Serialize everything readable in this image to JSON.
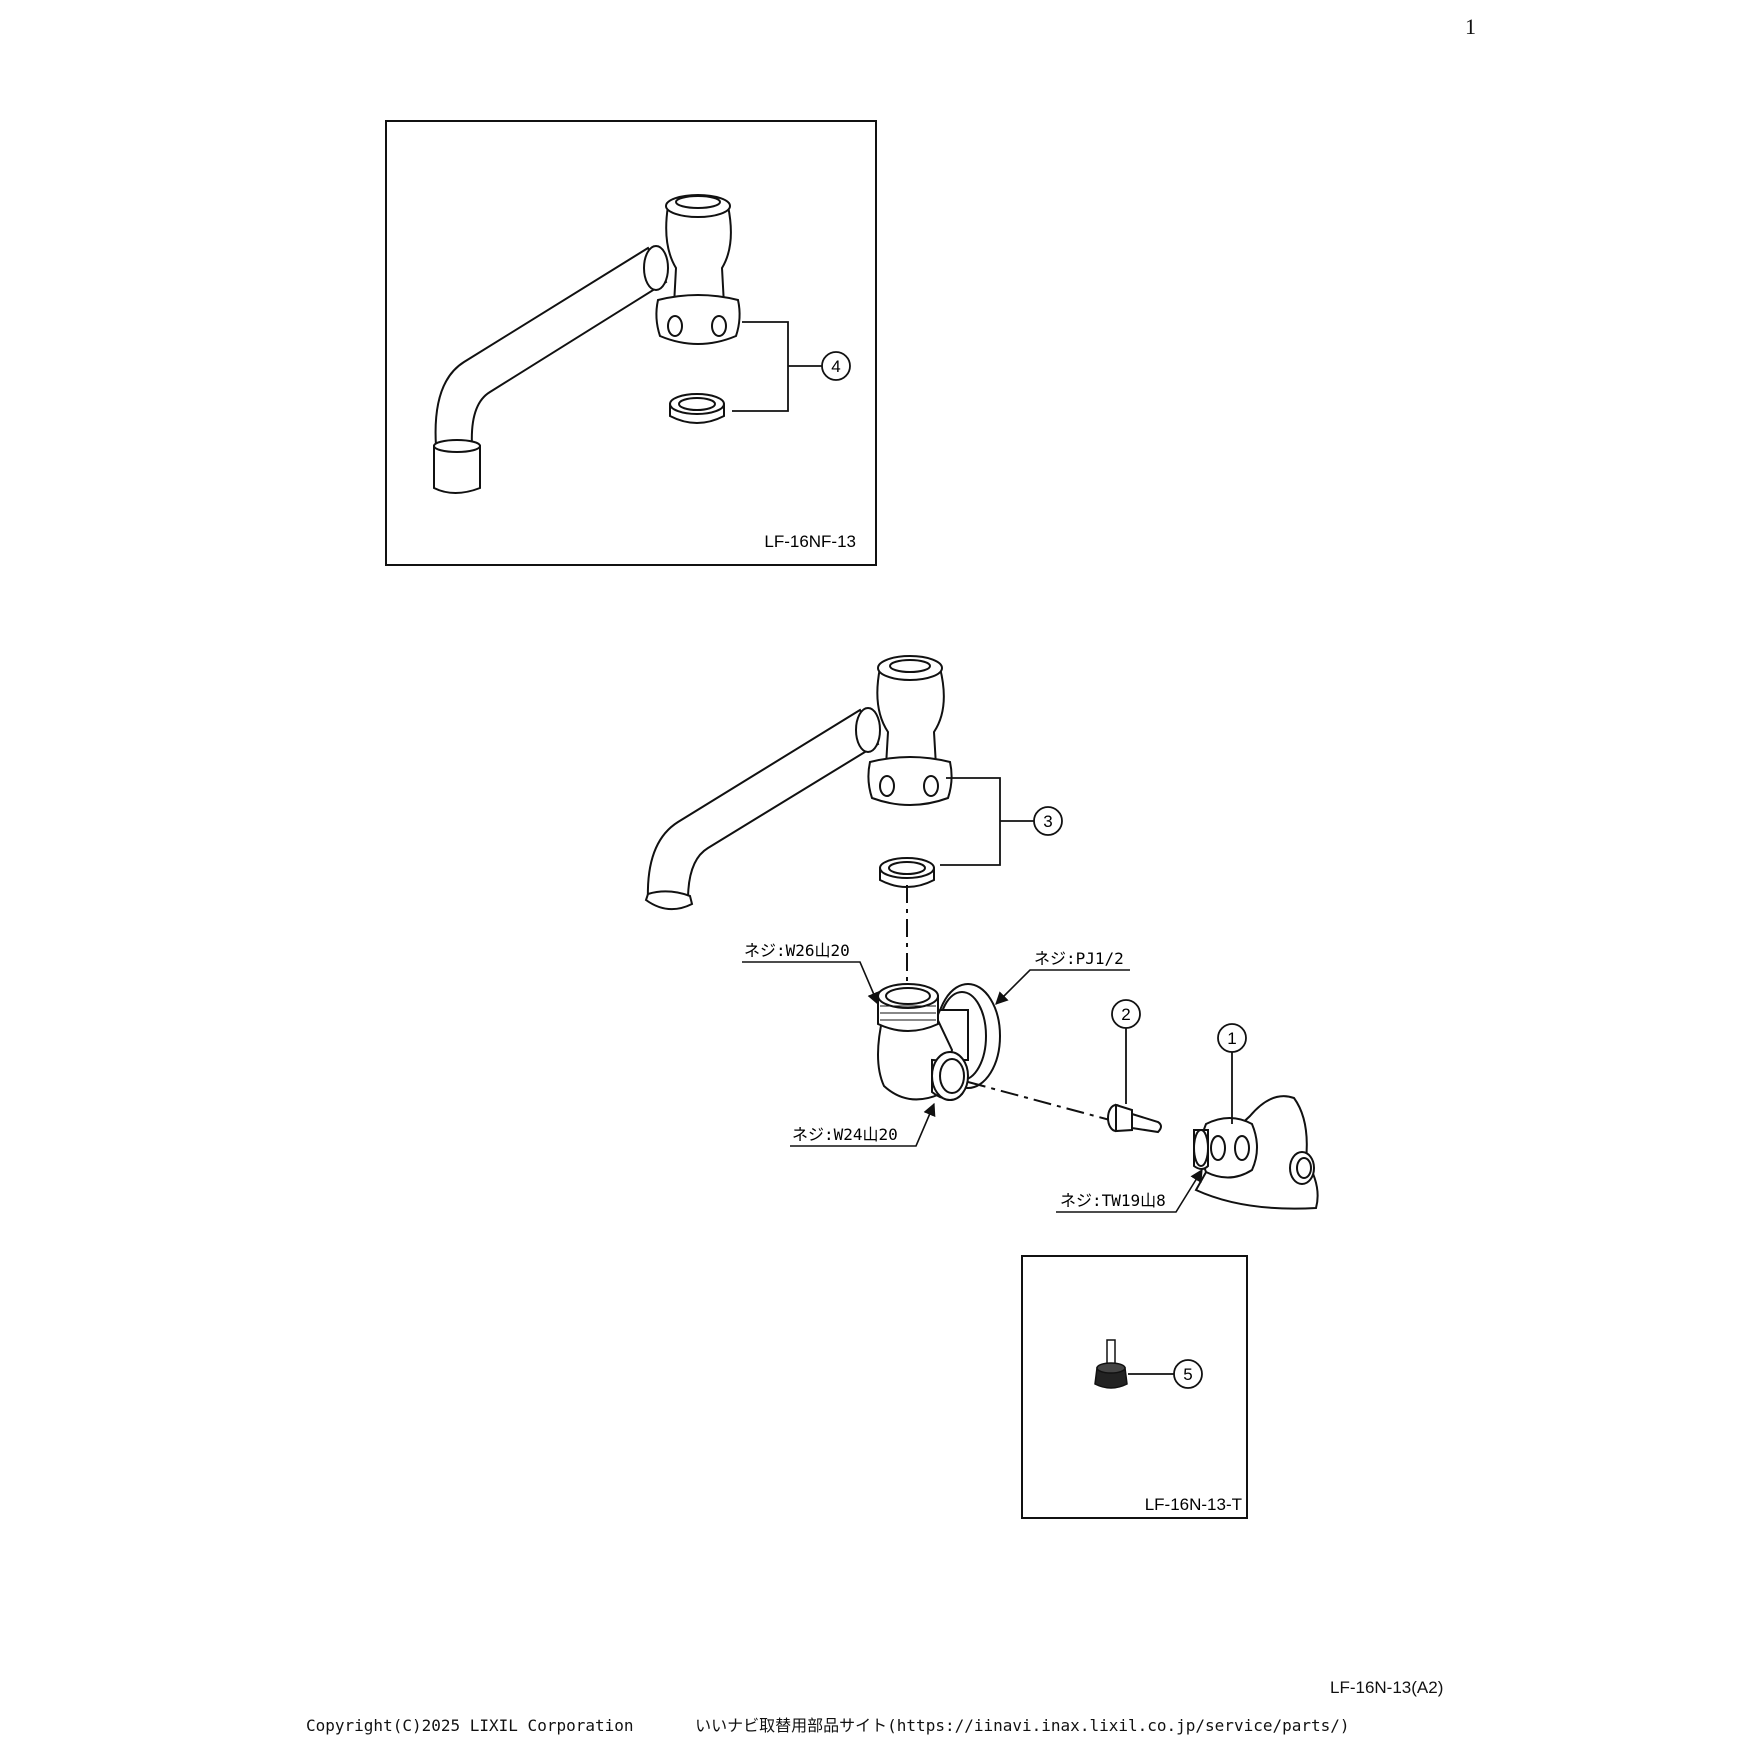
{
  "page": {
    "number": "1"
  },
  "inset_top": {
    "model": "LF-16NF-13",
    "callout": "4"
  },
  "main": {
    "callouts": {
      "spout_set": "3",
      "spindle": "2",
      "handle": "1"
    },
    "thread_labels": {
      "top_inlet": "ネジ:W26山20",
      "wall_flange": "ネジ:PJ1/2",
      "side_outlet": "ネジ:W24山20",
      "handle_thread": "ネジ:TW19山8"
    }
  },
  "inset_bottom": {
    "model": "LF-16N-13-T",
    "callout": "5"
  },
  "footer": {
    "doc_code": "LF-16N-13(A2)",
    "copyright": "Copyright(C)2025 LIXIL Corporation",
    "site": "いいナビ取替用部品サイト(https://iinavi.inax.lixil.co.jp/service/parts/)"
  }
}
